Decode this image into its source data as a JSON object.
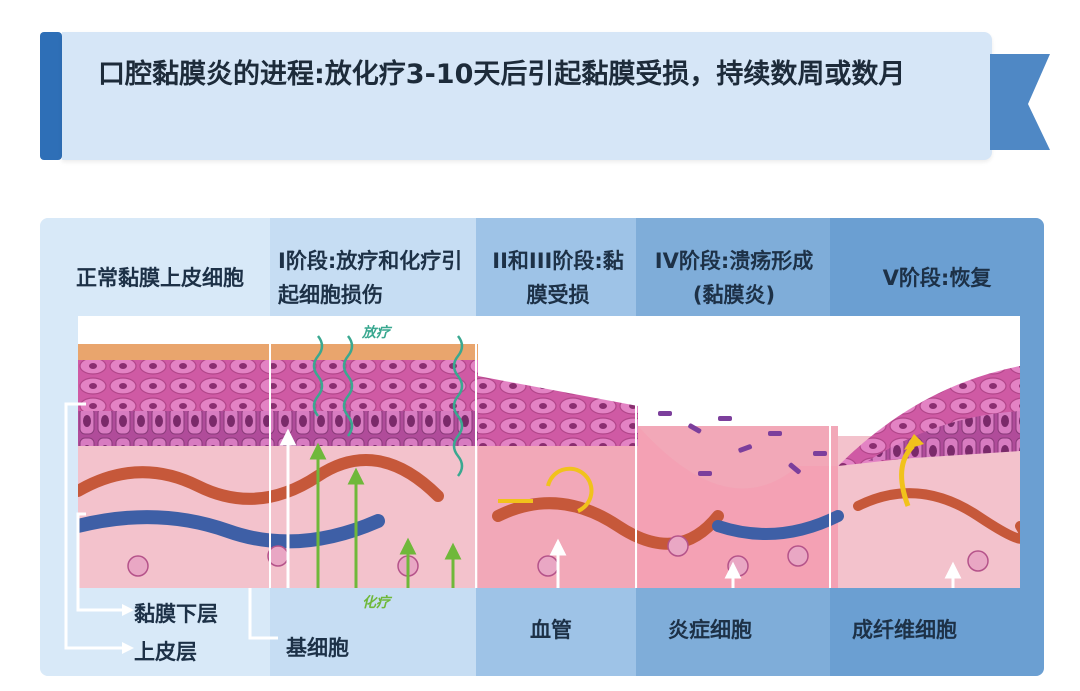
{
  "title": "口腔黏膜炎的进程:放化疗3-10天后引起黏膜受损，持续数周或数月",
  "stages": [
    {
      "label": "正常黏膜上皮细胞"
    },
    {
      "label": "I阶段:放疗和化疗引起细胞损伤"
    },
    {
      "label": "II和III阶段:黏膜受损"
    },
    {
      "label": "IV阶段:溃疡形成(黏膜炎)"
    },
    {
      "label": "V阶段:恢复"
    }
  ],
  "treatments": {
    "radio": "放疗",
    "chemo": "化疗"
  },
  "callouts": {
    "submucosa": "黏膜下层",
    "epithelium": "上皮层",
    "basal_cell": "基细胞",
    "blood_vessel": "血管",
    "inflammatory_cell": "炎症细胞",
    "fibroblast": "成纤维细胞"
  },
  "colors": {
    "accent": "#2e6fb7",
    "radio": "#3aa890",
    "chemo": "#6fb83a"
  }
}
